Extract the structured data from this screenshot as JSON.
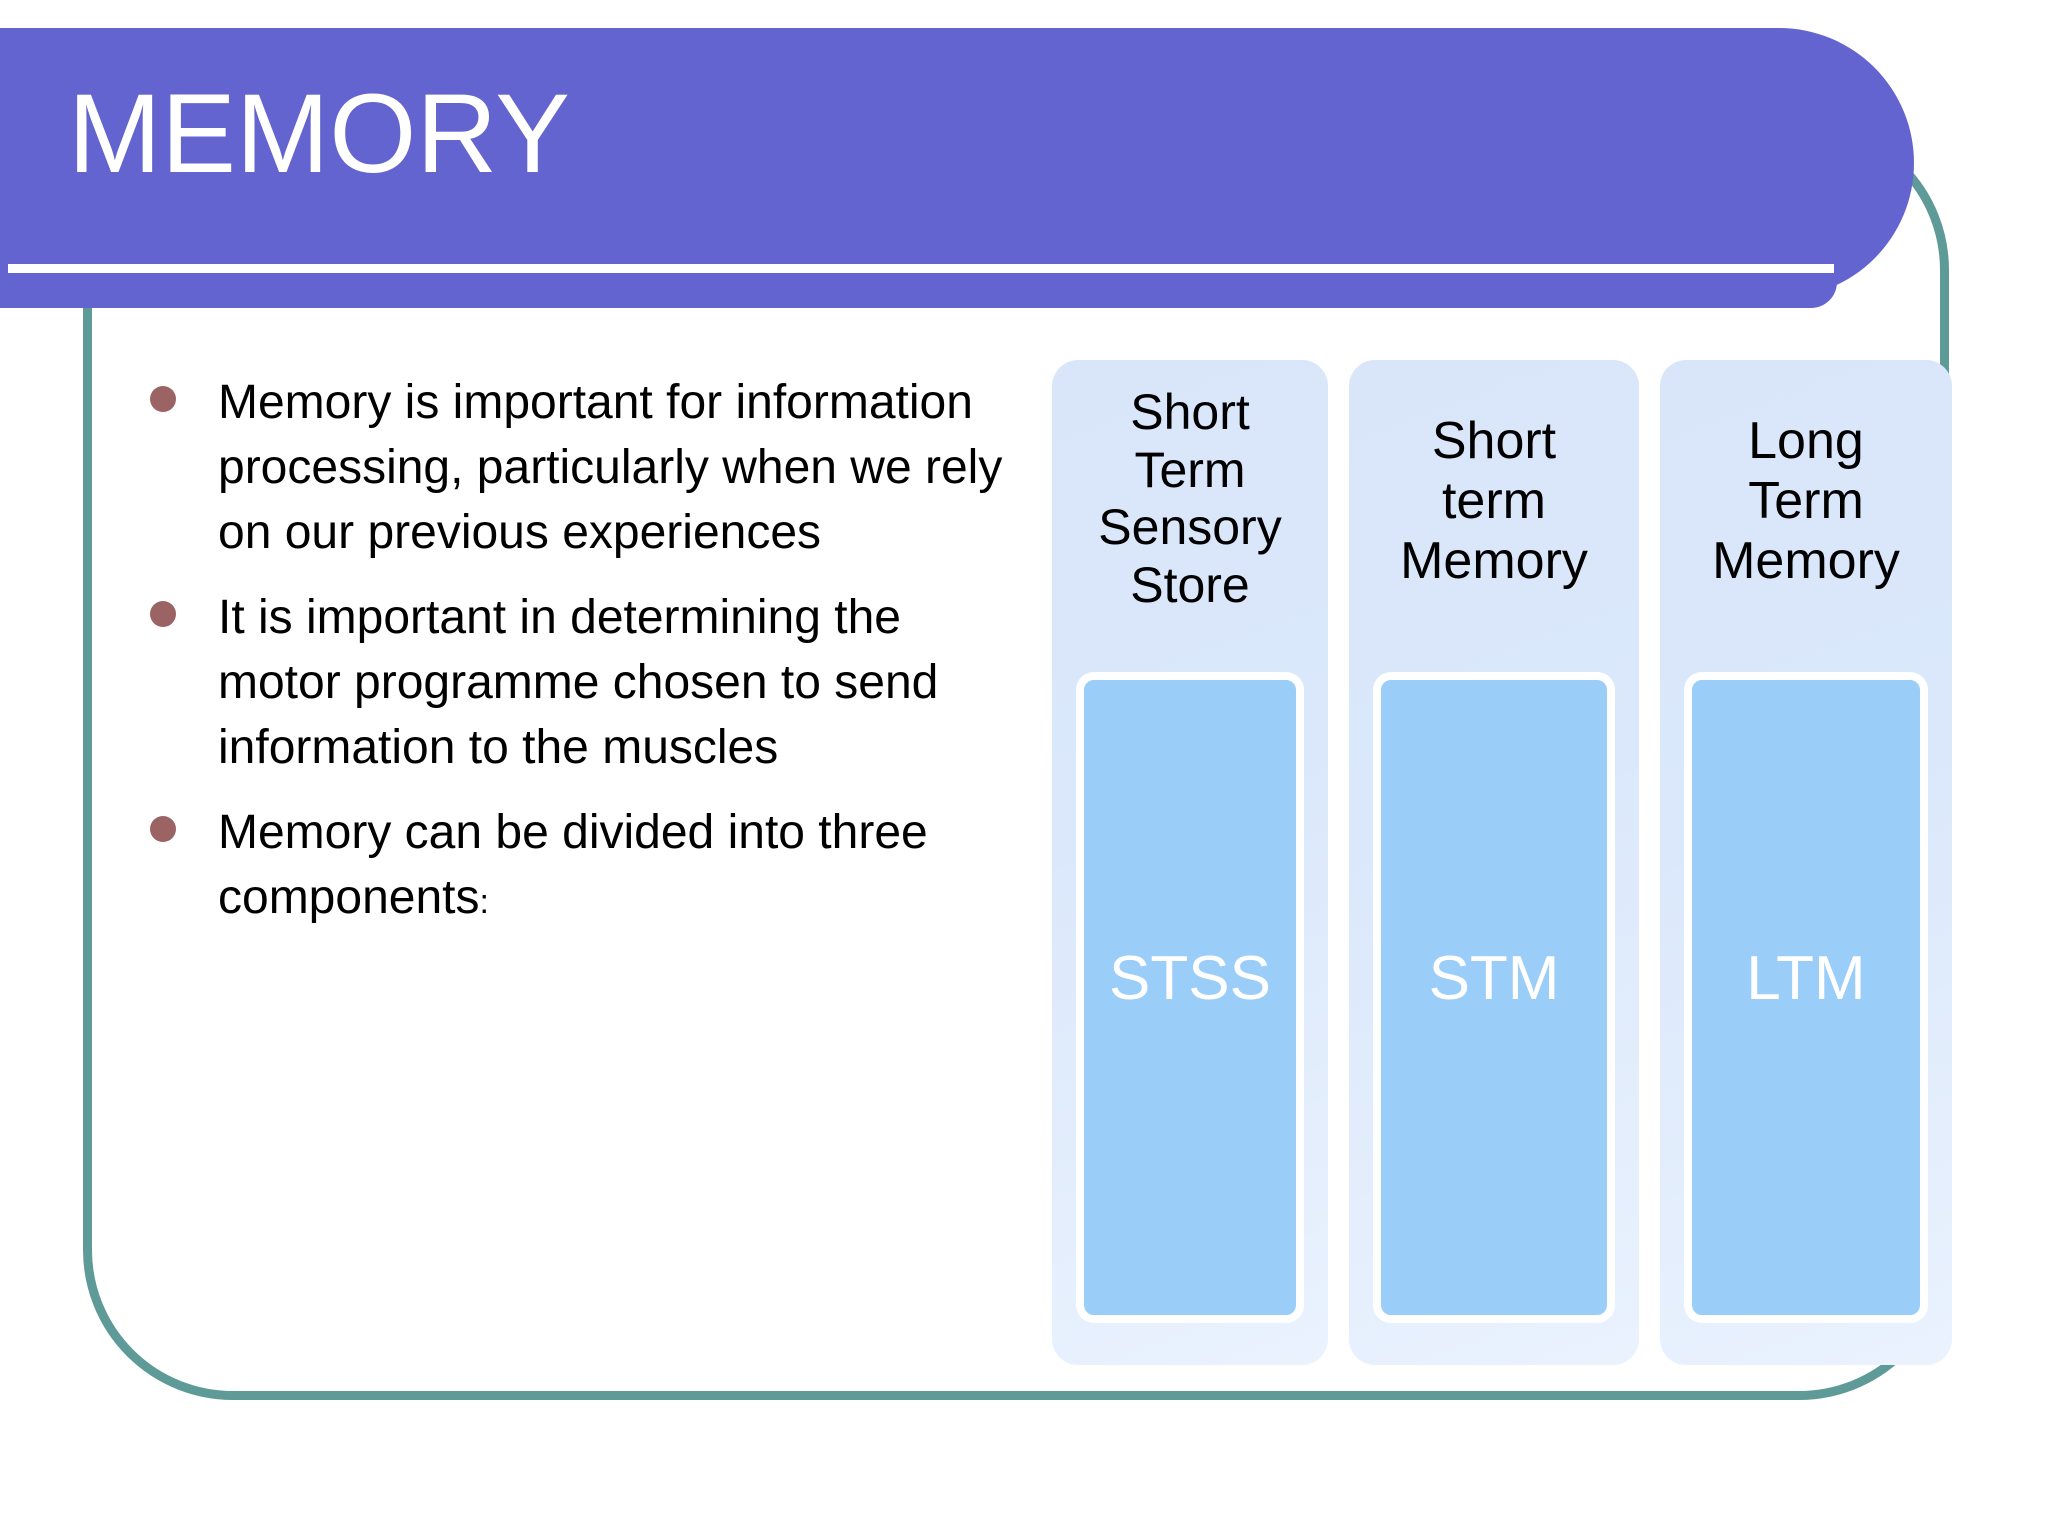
{
  "slide": {
    "title": "MEMORY",
    "accent_purple": "#6464d0",
    "frame_teal": "#5e9a98",
    "bullet_color": "#9b6363",
    "card_bg": "#dbe8fb",
    "bar_blue": "#9bcdf9"
  },
  "bullets": [
    {
      "text": "Memory is important for information processing, particularly when we rely on our previous experiences",
      "tail": ""
    },
    {
      "text": "It is important in determining the motor programme chosen to send information to the muscles",
      "tail": ""
    },
    {
      "text": "Memory can be divided into three components",
      "tail": ":"
    }
  ],
  "cards": [
    {
      "heading": "Short\nTerm\nSensory\nStore",
      "acronym": "STSS"
    },
    {
      "heading": "Short\nterm\nMemory",
      "acronym": "STM"
    },
    {
      "heading": "Long\nTerm\nMemory",
      "acronym": "LTM"
    }
  ]
}
